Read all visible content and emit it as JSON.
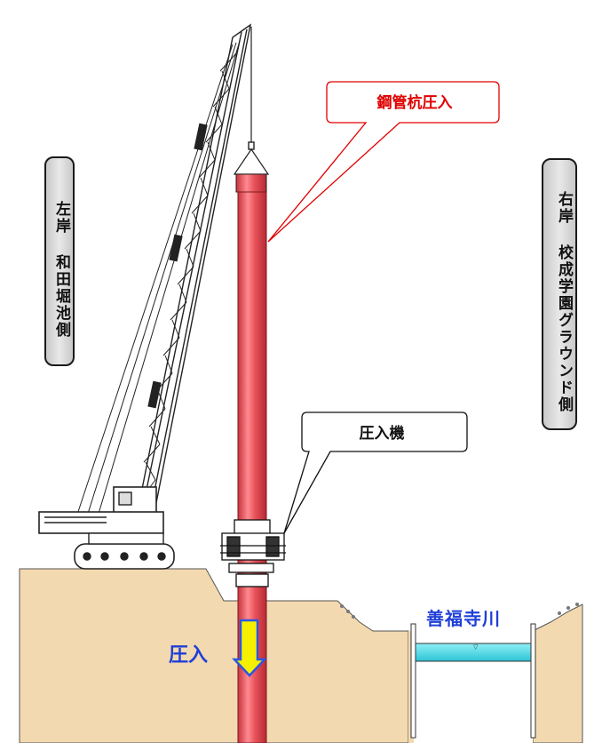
{
  "labels": {
    "left_bank": "左岸 和田堀池側",
    "right_bank": "右岸 校成学園グラウンド側",
    "pipe_callout": "鋼管杭圧入",
    "machine_callout": "圧入機",
    "river": "善福寺川",
    "press": "圧入"
  },
  "colors": {
    "pipe": "#e8525a",
    "ground": "#f3d9b0",
    "water": "#48d8e6",
    "arrow_fill": "#f4f000",
    "arrow_stroke": "#2a56e8",
    "callout_pipe_border": "#e00000",
    "text_blue": "#1f3fd8"
  },
  "icons": {
    "crane": "crawler-crane-icon",
    "press_machine": "press-in-machine-icon",
    "arrow": "down-arrow-icon"
  }
}
